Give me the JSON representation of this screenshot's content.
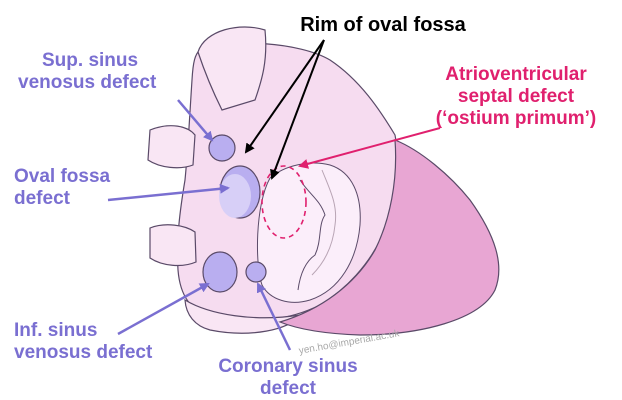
{
  "labels": {
    "rim_title": "Rim of oval fossa",
    "sup_sinus_line1": "Sup. sinus",
    "sup_sinus_line2": "venosus defect",
    "oval_fossa_line1": "Oval fossa",
    "oval_fossa_line2": "defect",
    "inf_sinus_line1": "Inf. sinus",
    "inf_sinus_line2": "venosus defect",
    "coronary_line1": "Coronary sinus",
    "coronary_line2": "defect",
    "avsd_line1": "Atrioventricular",
    "avsd_line2": "septal defect",
    "avsd_line3": "(‘ostium primum’)"
  },
  "watermark": "yen.ho@imperial.ac.uk",
  "colors": {
    "label_purple": "#7a6fd1",
    "label_black": "#000000",
    "label_pink": "#e0206e",
    "tissue_fill": "#f6dcf0",
    "ventricle_fill": "#e8a6d3",
    "defect_fill": "#b9aef0",
    "outline": "#5a4a68"
  }
}
